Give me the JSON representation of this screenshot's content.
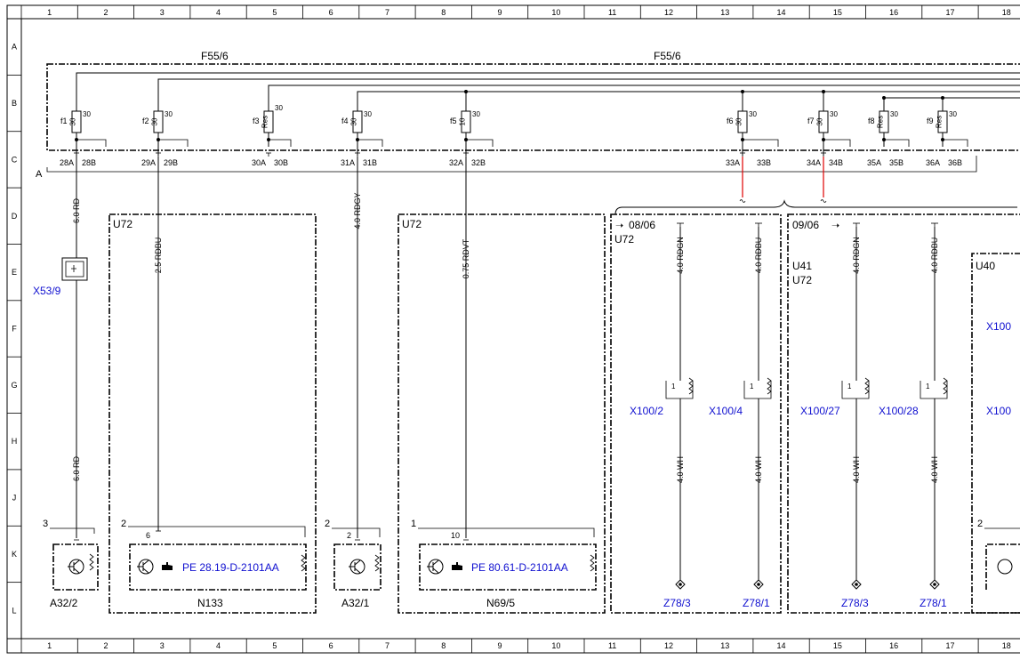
{
  "grid": {
    "cols": [
      "1",
      "2",
      "3",
      "4",
      "5",
      "6",
      "7",
      "8",
      "9",
      "10",
      "11",
      "12",
      "13",
      "14",
      "15",
      "16",
      "17",
      "18"
    ],
    "rows": [
      "A",
      "B",
      "C",
      "D",
      "E",
      "F",
      "G",
      "H",
      "J",
      "K",
      "L"
    ]
  },
  "fuse_box": {
    "label_left": "F55/6",
    "label_right": "F55/6",
    "ground_label": "A",
    "fuses": [
      {
        "name": "f1",
        "rating": "30",
        "supply": "30",
        "pin_a": "28A",
        "pin_b": "28B"
      },
      {
        "name": "f2",
        "rating": "30",
        "supply": "30",
        "pin_a": "29A",
        "pin_b": "29B"
      },
      {
        "name": "f3",
        "rating": "Res",
        "supply": "30",
        "pin_a": "30A",
        "pin_b": "30B"
      },
      {
        "name": "f4",
        "rating": "30",
        "supply": "30",
        "pin_a": "31A",
        "pin_b": "31B"
      },
      {
        "name": "f5",
        "rating": "10",
        "supply": "30",
        "pin_a": "32A",
        "pin_b": "32B"
      },
      {
        "name": "f6",
        "rating": "30",
        "supply": "30",
        "pin_a": "33A",
        "pin_b": "33B"
      },
      {
        "name": "f7",
        "rating": "30",
        "supply": "30",
        "pin_a": "34A",
        "pin_b": "34B"
      },
      {
        "name": "f8",
        "rating": "Res",
        "supply": "30",
        "pin_a": "35A",
        "pin_b": "35B"
      },
      {
        "name": "f9",
        "rating": "Res",
        "supply": "30",
        "pin_a": "36A",
        "pin_b": "36B"
      }
    ]
  },
  "wires": {
    "w1_top": "6.0 RD",
    "w1_bottom": "6.0 RD",
    "w2": "2.5 RDBU",
    "w4": "4.0 RDGY",
    "w5": "0.75 RDVT",
    "w6_top": "4.0 RDGN",
    "w6_bottom": "4.0 WH",
    "w7_top": "4.0 RDBU",
    "w7_bottom": "4.0 WH",
    "w8_top": "4.0 RDGN",
    "w8_bottom": "4.0 WH",
    "w9_top": "4.0 RDBU",
    "w9_bottom": "4.0 WH"
  },
  "connectors": {
    "x53": "X53/9",
    "x100_2": "X100/2",
    "x100_4": "X100/4",
    "x100_27": "X100/27",
    "x100_28": "X100/28",
    "x100_edge_f": "X100",
    "x100_edge_g": "X100",
    "pin_1": "1"
  },
  "grounds": {
    "z1": "Z78/3",
    "z2": "Z78/1",
    "z3": "Z78/3",
    "z4": "Z78/1"
  },
  "boxes": {
    "u72_a": "U72",
    "u72_b": "U72",
    "date_1": "08/06",
    "u72_c": "U72",
    "date_2": "09/06",
    "u41": "U41",
    "u72_d": "U72",
    "u40": "U40"
  },
  "components": {
    "a32_2": {
      "name": "A32/2",
      "pin_count": "3",
      "pin": ""
    },
    "n133": {
      "name": "N133",
      "pin_count": "2",
      "pin": "6",
      "ref": "PE 28.19-D-2101AA"
    },
    "a32_1": {
      "name": "A32/1",
      "pin_count": "2",
      "pin": "2"
    },
    "n69": {
      "name": "N69/5",
      "pin_count": "1",
      "pin": "10",
      "ref": "PE 80.61-D-2101AA"
    },
    "edge_pin": "2"
  }
}
